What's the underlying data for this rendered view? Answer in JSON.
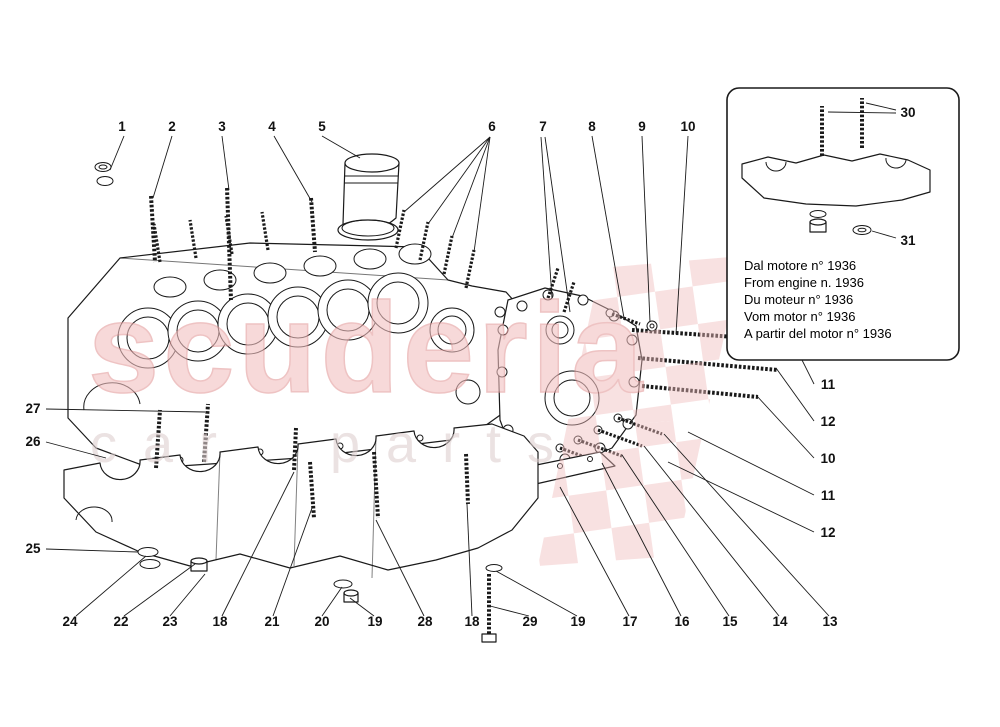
{
  "colors": {
    "line": "#1a1a1a",
    "watermark_pink": "#eeb4b4",
    "checker_pink": "#f0bcbc"
  },
  "watermark": {
    "line1": "scuderia",
    "line2a": "car",
    "line2b": "parts"
  },
  "inset": {
    "callouts": [
      {
        "label": "30"
      },
      {
        "label": "31"
      }
    ],
    "note_lines": [
      "Dal motore n° 1936",
      "From engine n. 1936",
      "Du moteur n° 1936",
      "Vom motor n° 1936",
      "A partir del motor n° 1936"
    ]
  },
  "callouts": [
    {
      "label": "1"
    },
    {
      "label": "2"
    },
    {
      "label": "3"
    },
    {
      "label": "4"
    },
    {
      "label": "5"
    },
    {
      "label": "6"
    },
    {
      "label": "7"
    },
    {
      "label": "8"
    },
    {
      "label": "9"
    },
    {
      "label": "10"
    },
    {
      "label": "11"
    },
    {
      "label": "12"
    },
    {
      "label": "10"
    },
    {
      "label": "11"
    },
    {
      "label": "12"
    },
    {
      "label": "27"
    },
    {
      "label": "26"
    },
    {
      "label": "25"
    },
    {
      "label": "24"
    },
    {
      "label": "22"
    },
    {
      "label": "23"
    },
    {
      "label": "18"
    },
    {
      "label": "21"
    },
    {
      "label": "20"
    },
    {
      "label": "19"
    },
    {
      "label": "28"
    },
    {
      "label": "18"
    },
    {
      "label": "29"
    },
    {
      "label": "19"
    },
    {
      "label": "17"
    },
    {
      "label": "16"
    },
    {
      "label": "15"
    },
    {
      "label": "14"
    },
    {
      "label": "13"
    }
  ]
}
